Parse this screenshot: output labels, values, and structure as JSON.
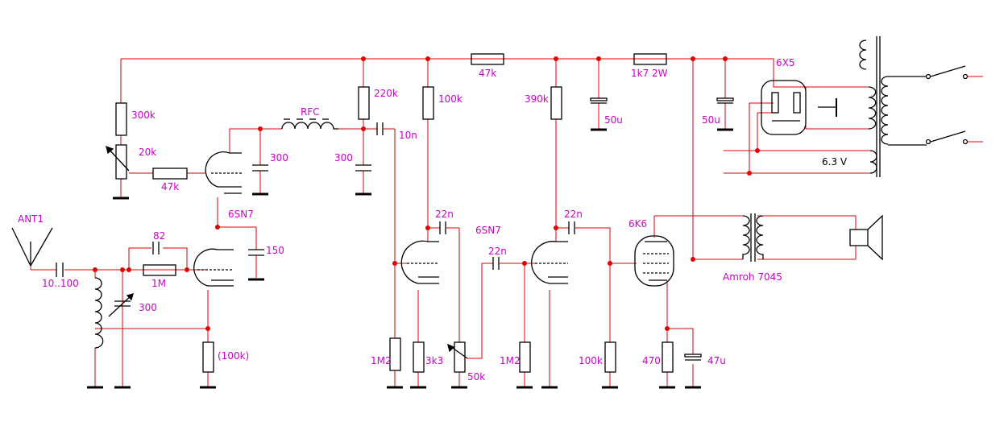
{
  "colors": {
    "wire": "#e00000",
    "component": "#000000",
    "label": "#cc00cc",
    "junction": "#e00000"
  },
  "labels": {
    "ant": "ANT1",
    "c_in": "10..100",
    "c82": "82",
    "r1m": "1M",
    "c300_var": "300",
    "r100k_paren": "(100k)",
    "c150": "150",
    "tube1": "6SN7",
    "r300k": "300k",
    "r20k": "20k",
    "r47k_a": "47k",
    "c300_a": "300",
    "rfc": "RFC",
    "c300_b": "300",
    "r220k": "220k",
    "c10n": "10n",
    "r100k_b": "100k",
    "c22n_a": "22n",
    "tube2": "6SN7",
    "c22n_b": "22n",
    "r1m2_a": "1M2",
    "r3k3": "3k3",
    "r50k": "50k",
    "r1m2_b": "1M2",
    "r47k_b": "47k",
    "r390k": "390k",
    "c22n_c": "22n",
    "r100k_c": "100k",
    "c50u_a": "50u",
    "r1k7": "1k7 2W",
    "c50u_b": "50u",
    "tube3": "6K6",
    "r470": "470",
    "c47u": "47u",
    "transformer": "Amroh 7045",
    "rect": "6X5",
    "heater": "6.3 V"
  }
}
